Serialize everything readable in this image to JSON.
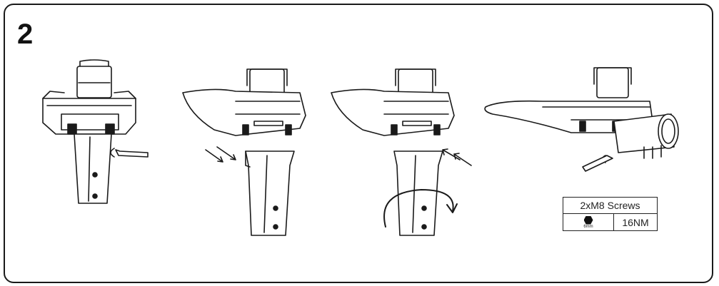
{
  "step": {
    "number": "2"
  },
  "spec_table": {
    "title": "2xM8 Screws",
    "tool_icon": "hex-key-icon",
    "tool_size": "6mm",
    "torque": "16NM"
  },
  "illustrations": [
    {
      "name": "panel-1",
      "description_icon": "pole-adapter-screw-loosen-icon"
    },
    {
      "name": "panel-2",
      "description_icon": "insert-adapter-arrows-icon"
    },
    {
      "name": "panel-3",
      "description_icon": "rotate-adapter-icon"
    },
    {
      "name": "panel-4",
      "description_icon": "tighten-screws-icon"
    }
  ]
}
